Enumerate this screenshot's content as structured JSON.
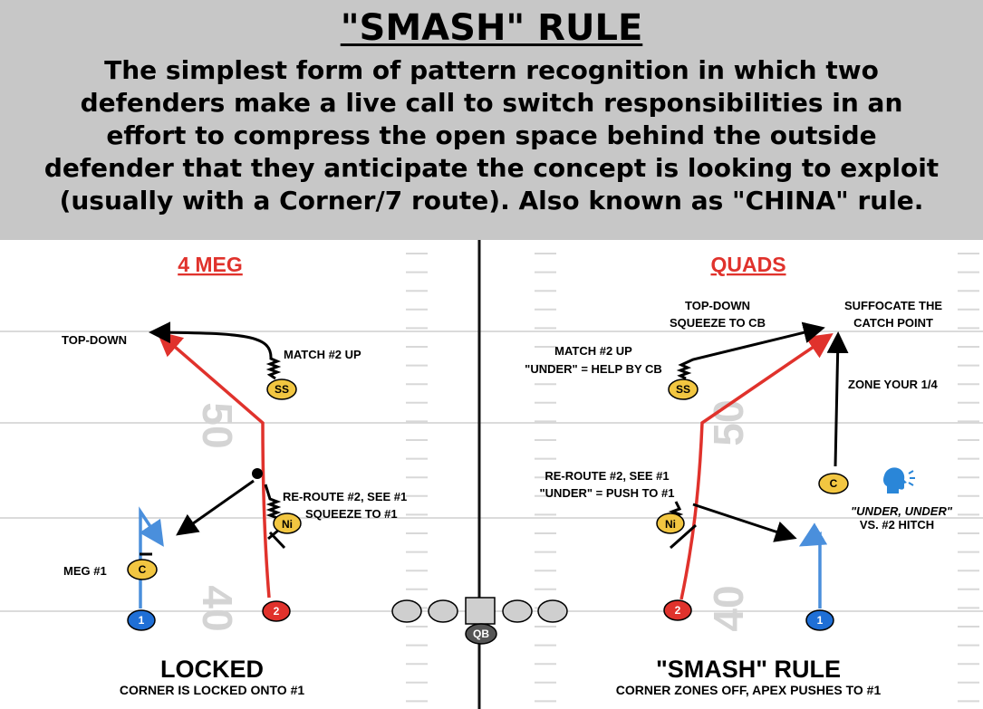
{
  "header": {
    "title": "\"SMASH\" RULE",
    "description_lines": [
      "The simplest form of pattern recognition in which two",
      "defenders make a live call to switch responsibilities in an",
      "effort to compress the open space behind the outside",
      "defender that they anticipate the concept is looking to exploit",
      "(usually with a Corner/7 route). Also known as \"CHINA\" rule."
    ]
  },
  "left": {
    "heading": "4 MEG",
    "labels": {
      "top_down": "TOP-DOWN",
      "match_up": "MATCH #2 UP",
      "reroute": "RE-ROUTE #2, SEE #1",
      "squeeze": "SQUEEZE TO #1",
      "meg": "MEG #1"
    },
    "footer_title": "LOCKED",
    "footer_sub": "CORNER IS LOCKED ONTO #1",
    "yard_numbers": [
      "50",
      "40"
    ]
  },
  "right": {
    "heading": "QUADS",
    "labels": {
      "top_down_1": "TOP-DOWN",
      "top_down_2": "SQUEEZE TO CB",
      "suffocate_1": "SUFFOCATE THE",
      "suffocate_2": "CATCH POINT",
      "match_1": "MATCH #2 UP",
      "match_2": "\"UNDER\" = HELP BY CB",
      "zone": "ZONE YOUR 1/4",
      "reroute_1": "RE-ROUTE #2, SEE #1",
      "reroute_2": "\"UNDER\" = PUSH TO #1",
      "call_1": "\"UNDER, UNDER\"",
      "call_2": "VS. #2 HITCH"
    },
    "footer_title": "\"SMASH\" RULE",
    "footer_sub": "CORNER ZONES OFF, APEX PUSHES TO #1",
    "yard_numbers": [
      "50",
      "40"
    ]
  },
  "players": {
    "ss": "SS",
    "ni": "Ni",
    "c": "C",
    "receiver_1": "1",
    "receiver_2": "2",
    "qb": "QB"
  },
  "icons": [
    "speaking-head-icon"
  ],
  "colors": {
    "header_bg": "#c7c7c7",
    "route_red": "#e0322c",
    "route_blue": "#4a8fdc",
    "defender_yellow": "#f2c641",
    "receiver_blue": "#1f6fd6",
    "receiver_red": "#e0322c"
  }
}
